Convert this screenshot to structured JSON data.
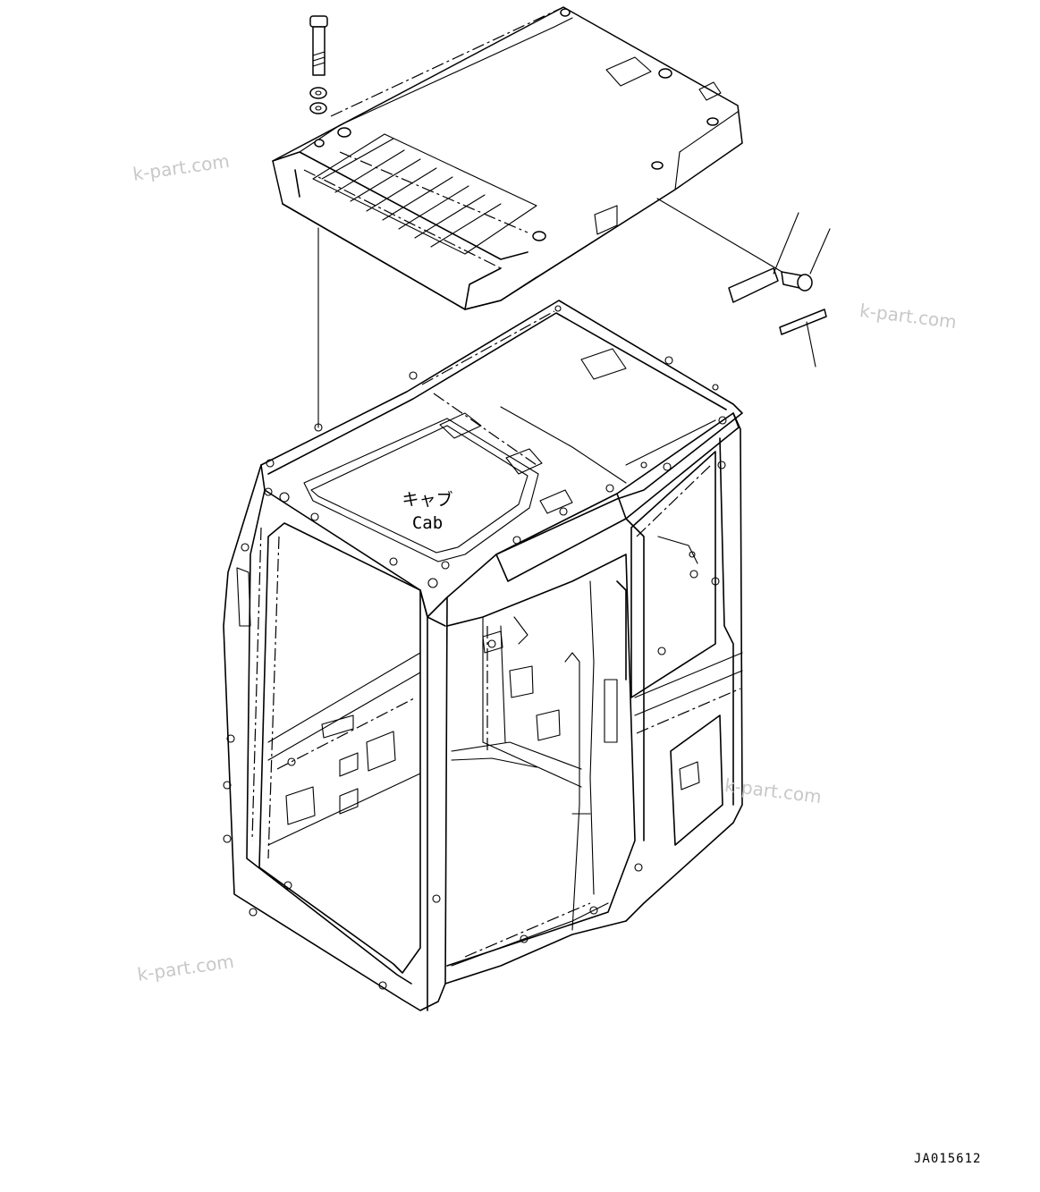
{
  "label": {
    "jp": "キャブ",
    "en": "Cab"
  },
  "drawing_code": "JA015612",
  "watermarks": [
    "k-part.com",
    "k-part.com",
    "k-part.com",
    "k-part.com"
  ],
  "icons": {
    "bolt": "bolt-icon",
    "washer": "washer-icon",
    "screw": "screw-icon",
    "plate": "plate-icon"
  }
}
